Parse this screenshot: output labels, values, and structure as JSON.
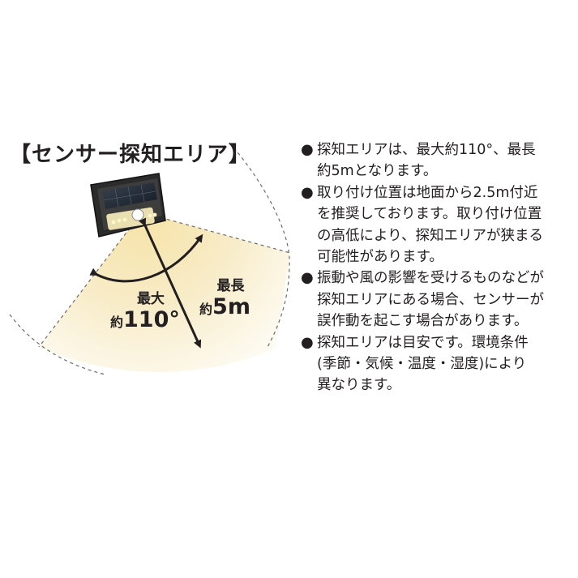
{
  "heading": "【センサー探知エリア】",
  "notes": [
    {
      "lines": [
        "探知エリアは、最大約110°、最長",
        "約5mとなります。"
      ]
    },
    {
      "lines": [
        "取り付け位置は地面から2.5m付近",
        "を推奨しております。取り付け位置",
        "の高低により、探知エリアが狭まる",
        "可能性があります。"
      ]
    },
    {
      "lines": [
        "振動や風の影響を受けるものなどが",
        "探知エリアにある場合、センサーが",
        "誤作動を起こす場合があります。"
      ]
    },
    {
      "lines": [
        "探知エリアは目安です。環境条件",
        "(季節・気候・温度・湿度)により",
        "異なります。"
      ]
    }
  ],
  "bullet_glyph": "●",
  "angle_label": {
    "title": "最大",
    "prefix": "約",
    "value": "110",
    "unit": "°"
  },
  "distance_label": {
    "title": "最長",
    "prefix": "約",
    "value": "5",
    "unit": "m"
  },
  "icons": {
    "device": "solar-sensor-light-icon",
    "angle_arrow": "curved-double-arrow-icon",
    "distance_arrow": "double-arrow-icon"
  },
  "colors": {
    "text": "#231f20",
    "area_warm": "#f3dfa8",
    "area_fade": "#ffffff",
    "device_body": "#2b2b2b",
    "panel": "#1c2430",
    "led": "#f4e8b0"
  }
}
